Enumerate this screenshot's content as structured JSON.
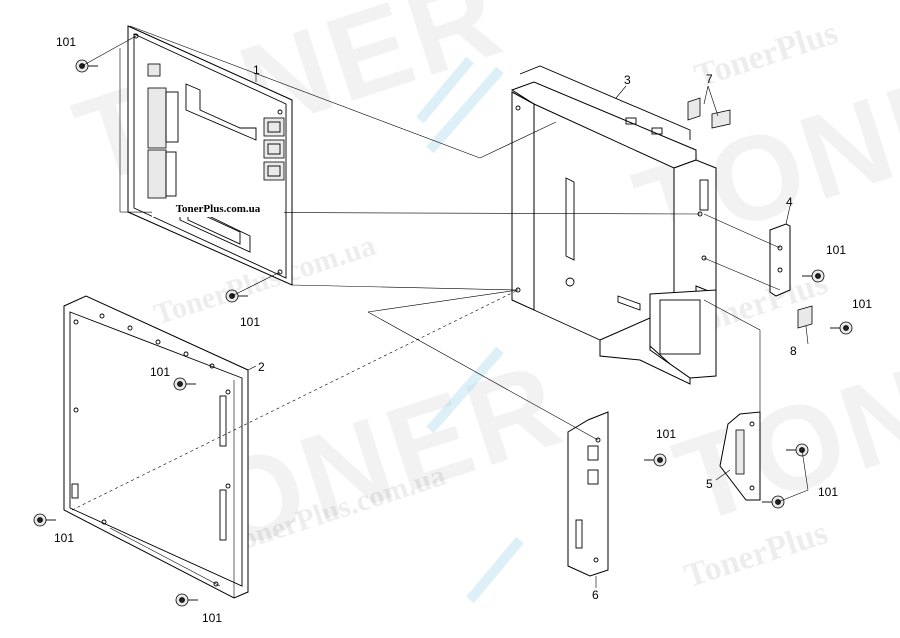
{
  "diagram": {
    "watermark": {
      "brand_words": [
        "TONER",
        "TONER",
        "TONER",
        "TONER"
      ],
      "url_text": "TonerPlus.com.ua",
      "brand_text": "TonerPlus"
    },
    "caption": "TonerPlus.com.ua",
    "callouts": [
      {
        "id": "1",
        "text": "1"
      },
      {
        "id": "2",
        "text": "2"
      },
      {
        "id": "3",
        "text": "3"
      },
      {
        "id": "4",
        "text": "4"
      },
      {
        "id": "5",
        "text": "5"
      },
      {
        "id": "6",
        "text": "6"
      },
      {
        "id": "7",
        "text": "7"
      },
      {
        "id": "8",
        "text": "8"
      },
      {
        "id": "101a",
        "text": "101"
      },
      {
        "id": "101b",
        "text": "101"
      },
      {
        "id": "101c",
        "text": "101"
      },
      {
        "id": "101d",
        "text": "101"
      },
      {
        "id": "101e",
        "text": "101"
      },
      {
        "id": "101f",
        "text": "101"
      },
      {
        "id": "101g",
        "text": "101"
      },
      {
        "id": "101h",
        "text": "101"
      },
      {
        "id": "101i",
        "text": "101"
      }
    ],
    "colors": {
      "line": "#000000",
      "background": "#ffffff",
      "watermark": "#cfcfcf",
      "watermark_accent": "#9fd3ea"
    }
  }
}
